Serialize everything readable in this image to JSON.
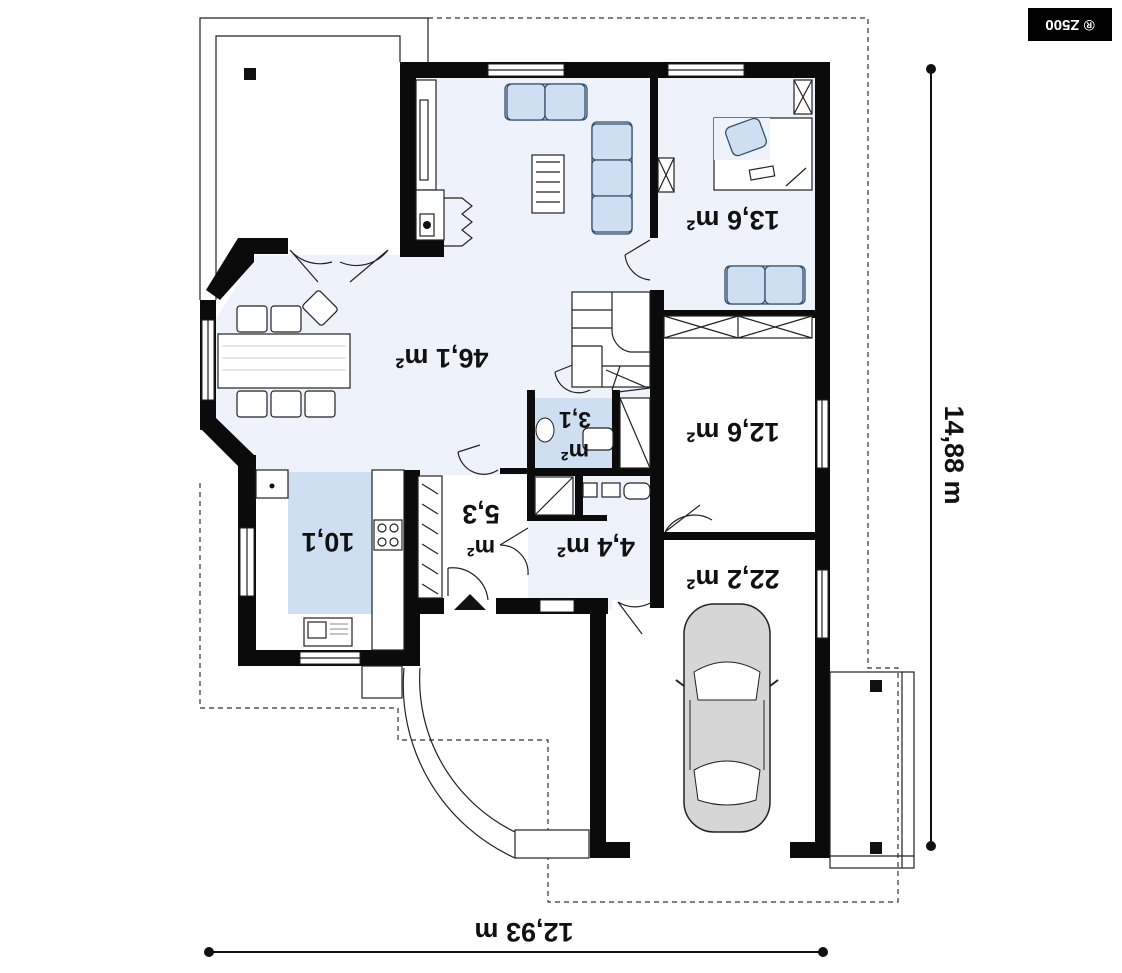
{
  "badge": "® Z500",
  "rooms": {
    "living": "46,1 m²",
    "office": "13,6 m²",
    "room": "12,6 m²",
    "bath_a": "3,1",
    "bath_b": "m²",
    "hall_a": "5,3",
    "hall_b": "m²",
    "utility": "4,4 m²",
    "kitchen": "10,1",
    "garage": "22,2 m²"
  },
  "dimensions": {
    "width": "12,93 m",
    "depth": "14,88 m"
  },
  "colors": {
    "wall": "#0b0b0b",
    "floor": "#eef2fb",
    "furniture_blue": "#cfdff2",
    "badge_bg": "#000000"
  }
}
